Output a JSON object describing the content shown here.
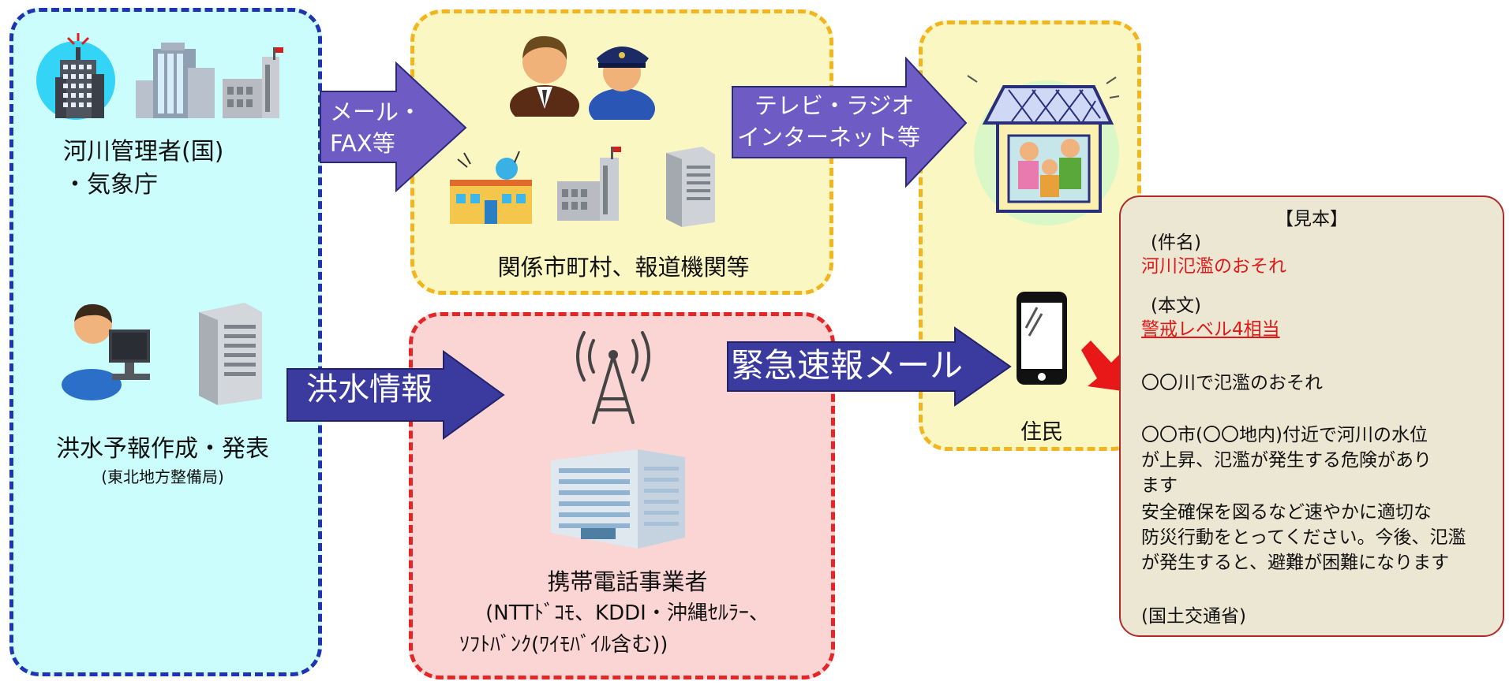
{
  "colors": {
    "cyan_panel": "#ccfdfd",
    "blue_dash": "#1f33b3",
    "yellow_panel": "#fbf7c2",
    "orange_dash": "#f2b51f",
    "pink_panel": "#fbd4d4",
    "red_dash": "#e52626",
    "arrow_fill": "#6f5bc4",
    "arrow_dark": "#2a2a7a",
    "sample_bg": "#ece7d3",
    "sample_red_text": "#e01818"
  },
  "panels": {
    "left": {
      "label_line1": "河川管理者(国)",
      "label_line2": "・気象庁",
      "label2_line1": "洪水予報作成・発表",
      "label2_line2": "(東北地方整備局)"
    },
    "top_middle": {
      "label": "関係市町村、報道機関等"
    },
    "bottom_middle": {
      "label_line1": "携帯電話事業者",
      "label_line2": "(NTTﾄﾞｺﾓ、KDDI・沖縄ｾﾙﾗｰ、",
      "label_line3": "ｿﾌﾄﾊﾞﾝｸ(ﾜｲﾓﾊﾞｲﾙ含む))"
    },
    "right": {
      "label": "住民"
    }
  },
  "arrows": {
    "mail_fax_line1": "メール・",
    "mail_fax_line2": "FAX等",
    "tv_radio_line1": "テレビ・ラジオ",
    "tv_radio_line2": "インターネット等",
    "flood_info": "洪水情報",
    "emergency_mail": "緊急速報メール"
  },
  "sample": {
    "header": "【見本】",
    "subject_label": "(件名)",
    "subject": "河川氾濫のおそれ",
    "body_label": "(本文)",
    "level": "警戒レベル4相当",
    "line1": "〇〇川で氾濫のおそれ",
    "line2": "〇〇市(〇〇地内)付近で河川の水位",
    "line3": "が上昇、氾濫が発生する危険があり",
    "line4": "ます",
    "line5": "安全確保を図るなど速やかに適切な",
    "line6": "防災行動をとってください。今後、氾濫",
    "line7": "が発生すると、避難が困難になります",
    "footer": "(国土交通省)"
  }
}
